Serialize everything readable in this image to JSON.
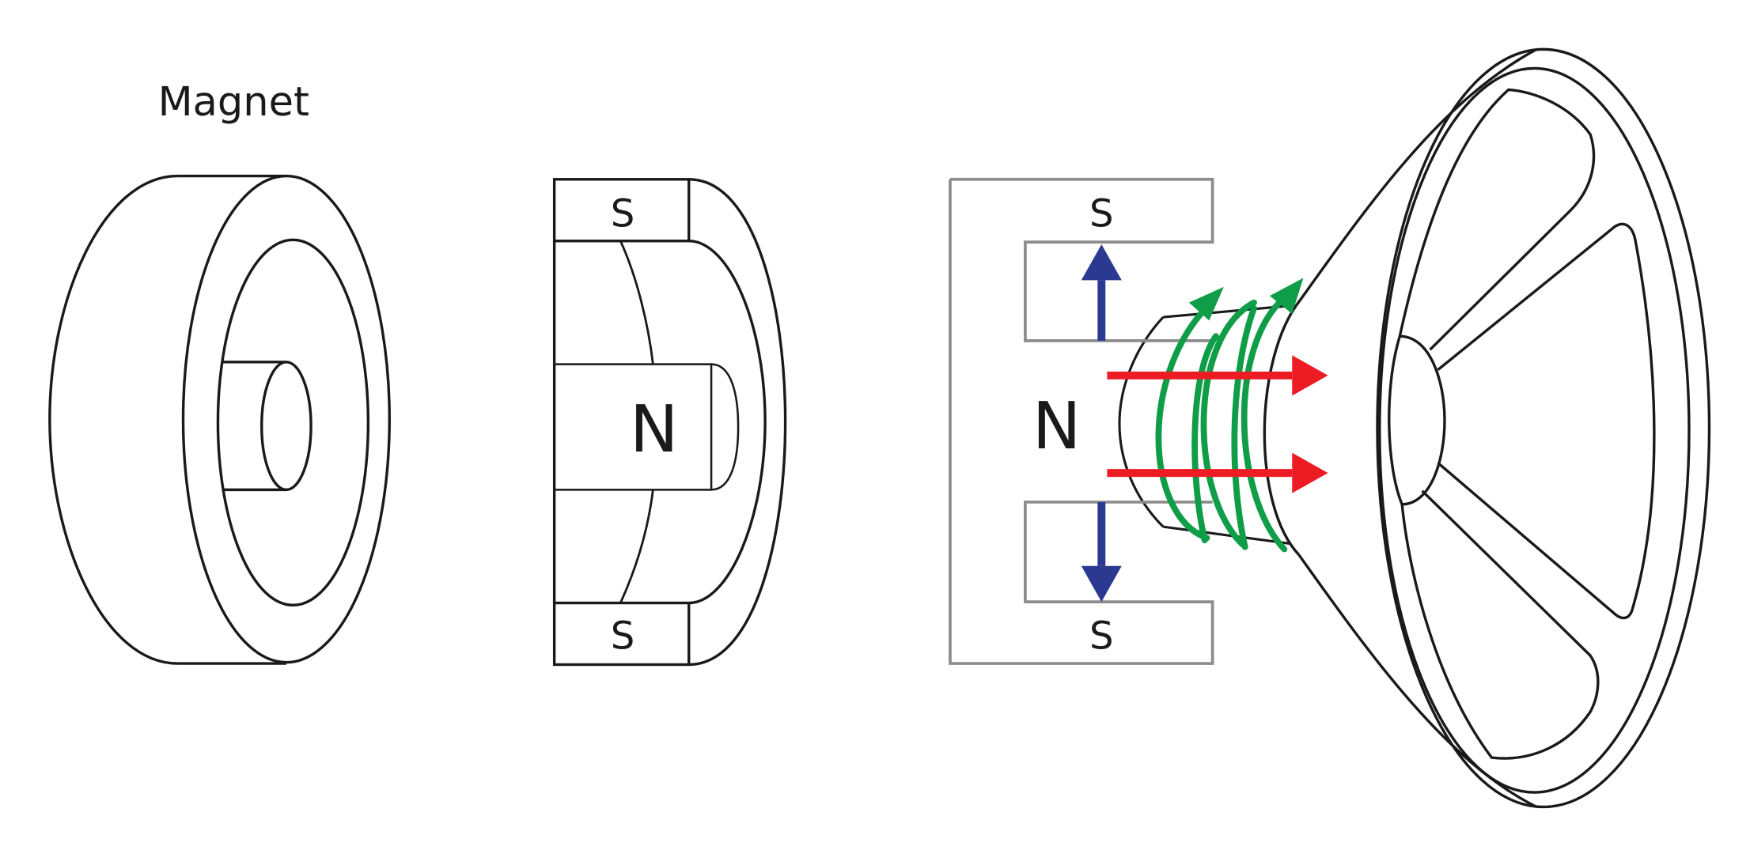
{
  "diagram": {
    "title": "Magnet",
    "section_pole_top": "S",
    "section_pole_center": "N",
    "section_pole_bottom": "S",
    "assembly_pole_top": "S",
    "assembly_pole_center": "N",
    "assembly_pole_bottom": "S"
  },
  "colors": {
    "outline": "#1a1a1a",
    "pole_piece": "#8c8c8c",
    "field_arrow": "#2b3990",
    "force_arrow": "#ed1c24",
    "coil": "#0f9d48"
  },
  "icons": [
    "ring-magnet",
    "magnet-cross-section",
    "pole-piece",
    "voice-coil",
    "speaker-cone"
  ]
}
